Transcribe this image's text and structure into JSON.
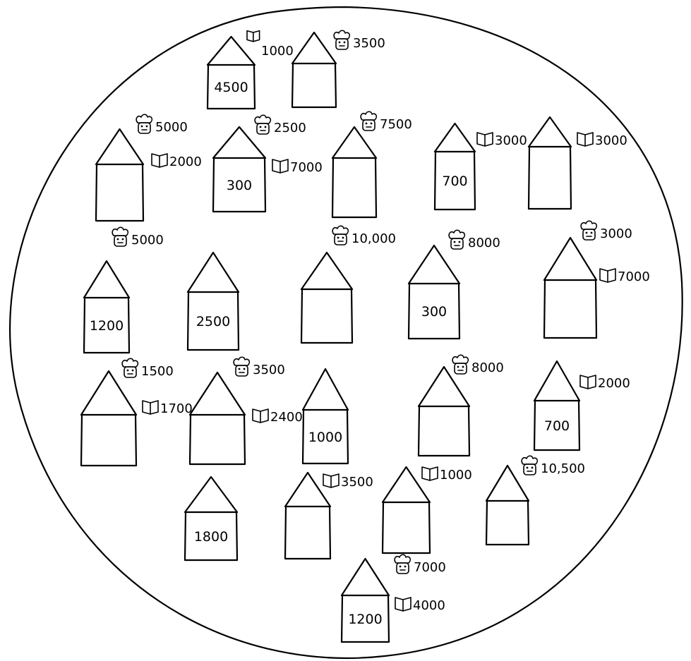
{
  "map": {
    "houses": [
      {
        "id": "h1",
        "value": "4500",
        "annotations": [
          {
            "icon": "book-icon",
            "value": "1000",
            "small": true
          }
        ]
      },
      {
        "id": "h2",
        "value": "",
        "annotations": [
          {
            "icon": "chef-icon",
            "value": "3500"
          }
        ]
      },
      {
        "id": "h3",
        "value": "",
        "annotations": [
          {
            "icon": "chef-icon",
            "value": "5000"
          },
          {
            "icon": "book-icon",
            "value": "2000"
          }
        ]
      },
      {
        "id": "h4",
        "value": "300",
        "annotations": [
          {
            "icon": "chef-icon",
            "value": "2500"
          },
          {
            "icon": "book-icon",
            "value": "7000"
          }
        ]
      },
      {
        "id": "h5",
        "value": "",
        "annotations": [
          {
            "icon": "chef-icon",
            "value": "7500"
          }
        ]
      },
      {
        "id": "h6",
        "value": "700",
        "annotations": [
          {
            "icon": "book-icon",
            "value": "3000"
          }
        ]
      },
      {
        "id": "h7",
        "value": "",
        "annotations": [
          {
            "icon": "book-icon",
            "value": "3000"
          }
        ]
      },
      {
        "id": "h8",
        "value": "1200",
        "annotations": [
          {
            "icon": "chef-icon",
            "value": "5000"
          }
        ]
      },
      {
        "id": "h9",
        "value": "2500",
        "annotations": []
      },
      {
        "id": "h10",
        "value": "",
        "annotations": [
          {
            "icon": "chef-icon",
            "value": "10,000"
          }
        ]
      },
      {
        "id": "h11",
        "value": "300",
        "annotations": [
          {
            "icon": "chef-icon",
            "value": "8000"
          }
        ]
      },
      {
        "id": "h12",
        "value": "",
        "annotations": [
          {
            "icon": "chef-icon",
            "value": "3000"
          },
          {
            "icon": "book-icon",
            "value": "7000"
          }
        ]
      },
      {
        "id": "h13",
        "value": "",
        "annotations": [
          {
            "icon": "chef-icon",
            "value": "1500"
          },
          {
            "icon": "book-icon",
            "value": "1700"
          }
        ]
      },
      {
        "id": "h14",
        "value": "",
        "annotations": [
          {
            "icon": "chef-icon",
            "value": "3500"
          },
          {
            "icon": "book-icon",
            "value": "2400"
          }
        ]
      },
      {
        "id": "h15",
        "value": "1000",
        "annotations": []
      },
      {
        "id": "h16",
        "value": "",
        "annotations": [
          {
            "icon": "chef-icon",
            "value": "8000"
          }
        ]
      },
      {
        "id": "h17",
        "value": "700",
        "annotations": [
          {
            "icon": "book-icon",
            "value": "2000"
          }
        ]
      },
      {
        "id": "h18",
        "value": "1800",
        "annotations": []
      },
      {
        "id": "h19",
        "value": "",
        "annotations": [
          {
            "icon": "book-icon",
            "value": "3500"
          }
        ]
      },
      {
        "id": "h20",
        "value": "",
        "annotations": [
          {
            "icon": "book-icon",
            "value": "1000"
          }
        ]
      },
      {
        "id": "h21",
        "value": "",
        "annotations": [
          {
            "icon": "chef-icon",
            "value": "10,500"
          }
        ]
      },
      {
        "id": "h22",
        "value": "1200",
        "annotations": [
          {
            "icon": "chef-icon",
            "value": "7000"
          },
          {
            "icon": "book-icon",
            "value": "4000"
          }
        ]
      }
    ]
  }
}
